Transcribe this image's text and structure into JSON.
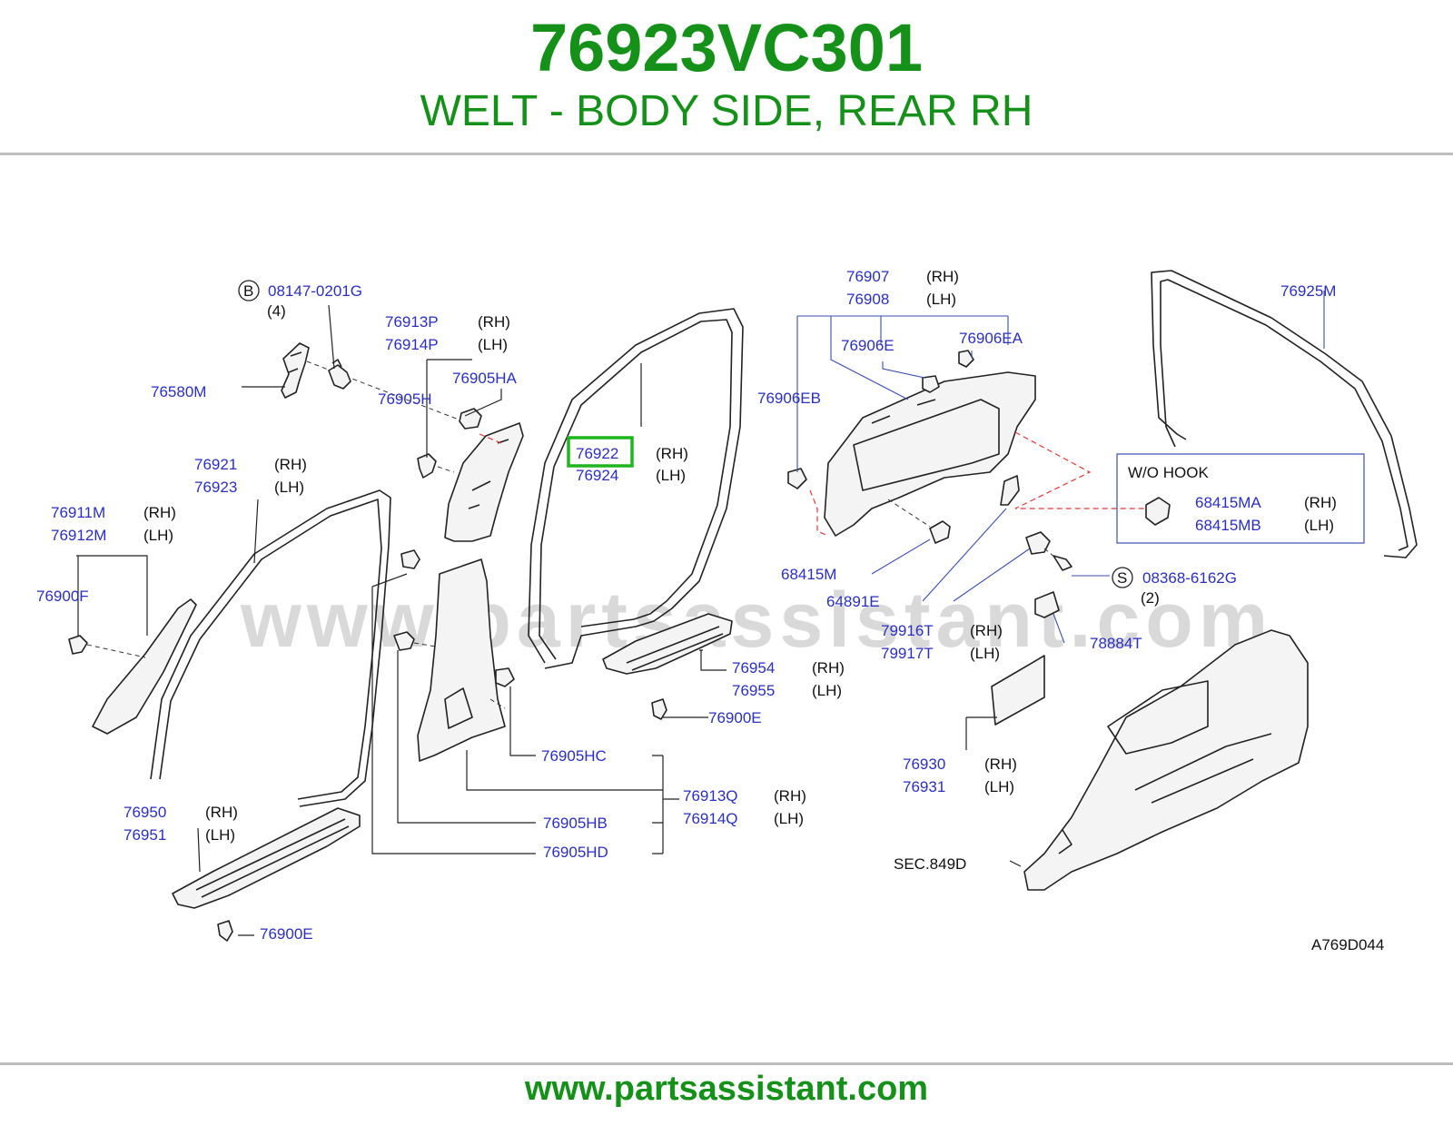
{
  "header": {
    "part_number": "76923VC301",
    "description": "WELT - BODY SIDE, REAR RH"
  },
  "footer": {
    "url": "www.partsassistant.com"
  },
  "watermark": "www.partsassistant.com",
  "diagram_code": "A769D044",
  "section_ref": "SEC.849D",
  "highlight": {
    "part": "76922",
    "color": "#1fb51f"
  },
  "colors": {
    "brand": "#15911a",
    "part_number_text": "#2a2fbf",
    "highlight_box": "#1fb51f",
    "rule": "#bdbdbd"
  },
  "box_wo_hook": {
    "title": "W/O   HOOK",
    "rows": [
      {
        "num": "68415MA",
        "side": "(RH)"
      },
      {
        "num": "68415MB",
        "side": "(LH)"
      }
    ]
  },
  "callouts": {
    "b_marker": "B",
    "b_part": "08147-0201G",
    "b_qty": "(4)",
    "s_marker": "S",
    "s_part": "08368-6162G",
    "s_qty": "(2)",
    "p76913P": "76913P",
    "p76914P": "76914P",
    "p76905HA": "76905HA",
    "p76905H": "76905H",
    "p76580M": "76580M",
    "p76921": "76921",
    "p76923": "76923",
    "p76911M": "76911M",
    "p76912M": "76912M",
    "p76900F": "76900F",
    "p76922": "76922",
    "p76924": "76924",
    "p76907": "76907",
    "p76908": "76908",
    "p76906E": "76906E",
    "p76906EA": "76906EA",
    "p76906EB": "76906EB",
    "p76925M": "76925M",
    "p68415M": "68415M",
    "p64891E": "64891E",
    "p79916T": "79916T",
    "p79917T": "79917T",
    "p78884T": "78884T",
    "p76954": "76954",
    "p76955": "76955",
    "p76900E_a": "76900E",
    "p76900E_b": "76900E",
    "p76905HC": "76905HC",
    "p76913Q": "76913Q",
    "p76914Q": "76914Q",
    "p76905HB": "76905HB",
    "p76905HD": "76905HD",
    "p76950": "76950",
    "p76951": "76951",
    "p76930": "76930",
    "p76931": "76931"
  },
  "sides": {
    "rh": "(RH)",
    "lh": "(LH)"
  }
}
